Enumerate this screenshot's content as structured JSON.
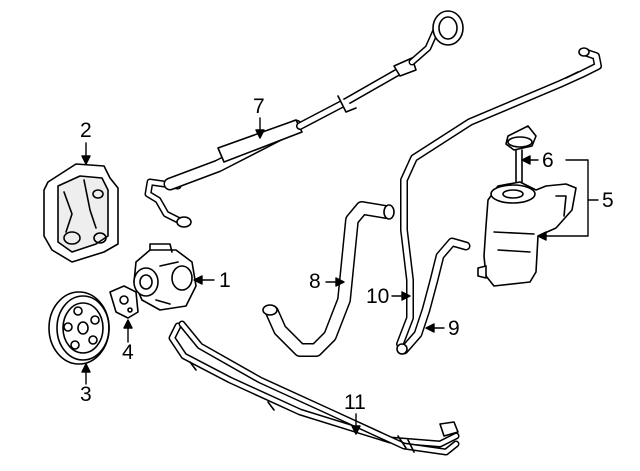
{
  "callouts": {
    "c1": "1",
    "c2": "2",
    "c3": "3",
    "c4": "4",
    "c5": "5",
    "c6": "6",
    "c7": "7",
    "c8": "8",
    "c9": "9",
    "c10": "10",
    "c11": "11"
  },
  "colors": {
    "line": "#000000",
    "fill": "#ffffff",
    "shade": "#e6e6e6"
  }
}
